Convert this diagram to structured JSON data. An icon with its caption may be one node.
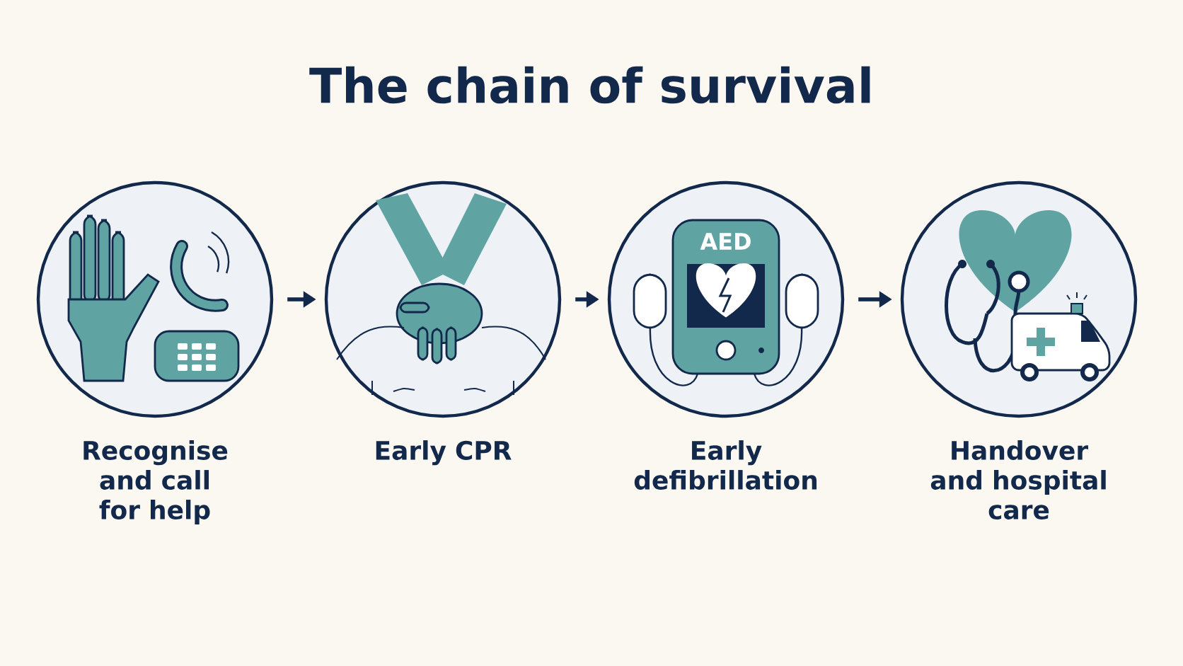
{
  "diagram": {
    "title": "The chain of survival",
    "nodes": [
      {
        "text": [
          "Recognise and call for help"
        ]
      },
      {
        "text": [
          "Early CPR"
        ]
      },
      {
        "text": [
          "Early defibrillation"
        ]
      },
      {
        "text": [
          "Handover and hospital care"
        ]
      }
    ],
    "edges": [
      {
        "from": 0,
        "to": 1,
        "arrow": "to"
      },
      {
        "from": 1,
        "to": 2,
        "arrow": "to"
      },
      {
        "from": 2,
        "to": 3,
        "arrow": "to"
      }
    ],
    "labels": [
      "AED"
    ]
  }
}
